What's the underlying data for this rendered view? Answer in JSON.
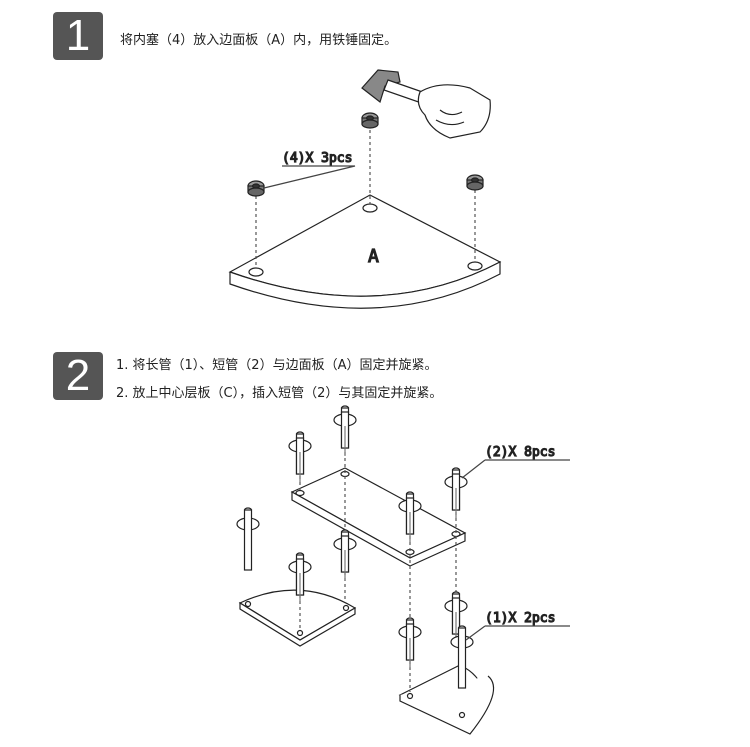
{
  "step1": {
    "number": "1",
    "instruction": "将内塞（4）放入边面板（A）内，用铁锤固定。",
    "part_label": "(4)X 3pcs",
    "panel_label": "A"
  },
  "step2": {
    "number": "2",
    "instructions": [
      "1. 将长管（1）、短管（2）与边面板（A）固定并旋紧。",
      "2. 放上中心层板（C），插入短管（2）与其固定并旋紧。"
    ],
    "short_tube_label": "(2)X 8pcs",
    "long_tube_label": "(1)X 2pcs"
  }
}
